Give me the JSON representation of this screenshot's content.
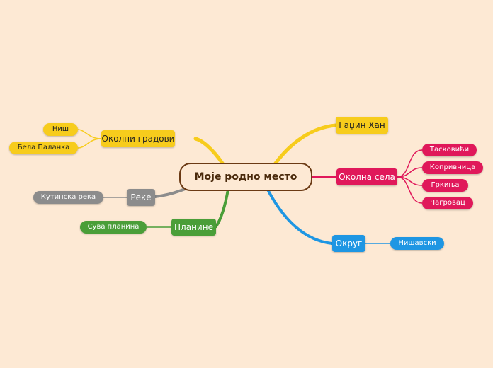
{
  "root": {
    "label": "Моје родно место"
  },
  "branches": {
    "okolni_gradovi": {
      "label": "Околни градови",
      "children": [
        "Ниш",
        "Бела Паланка"
      ]
    },
    "reke": {
      "label": "Реке",
      "children": [
        "Кутинска река"
      ]
    },
    "planine": {
      "label": "Планине",
      "children": [
        "Сува планина"
      ]
    },
    "gadjin_han": {
      "label": "Гаџин Хан"
    },
    "okolna_sela": {
      "label": "Околна села",
      "children": [
        "Тасковићи",
        "Копривница",
        "Гркиња",
        "Чагровац"
      ]
    },
    "okrug": {
      "label": "Округ",
      "children": [
        "Нишавски"
      ]
    }
  },
  "colors": {
    "yellow": "#f7cc1c",
    "pink": "#e0185a",
    "blue": "#1e96e3",
    "green": "#4a9e38",
    "gray": "#8c8c8c",
    "root_border": "#6b3a14",
    "background": "#fde9d4"
  }
}
